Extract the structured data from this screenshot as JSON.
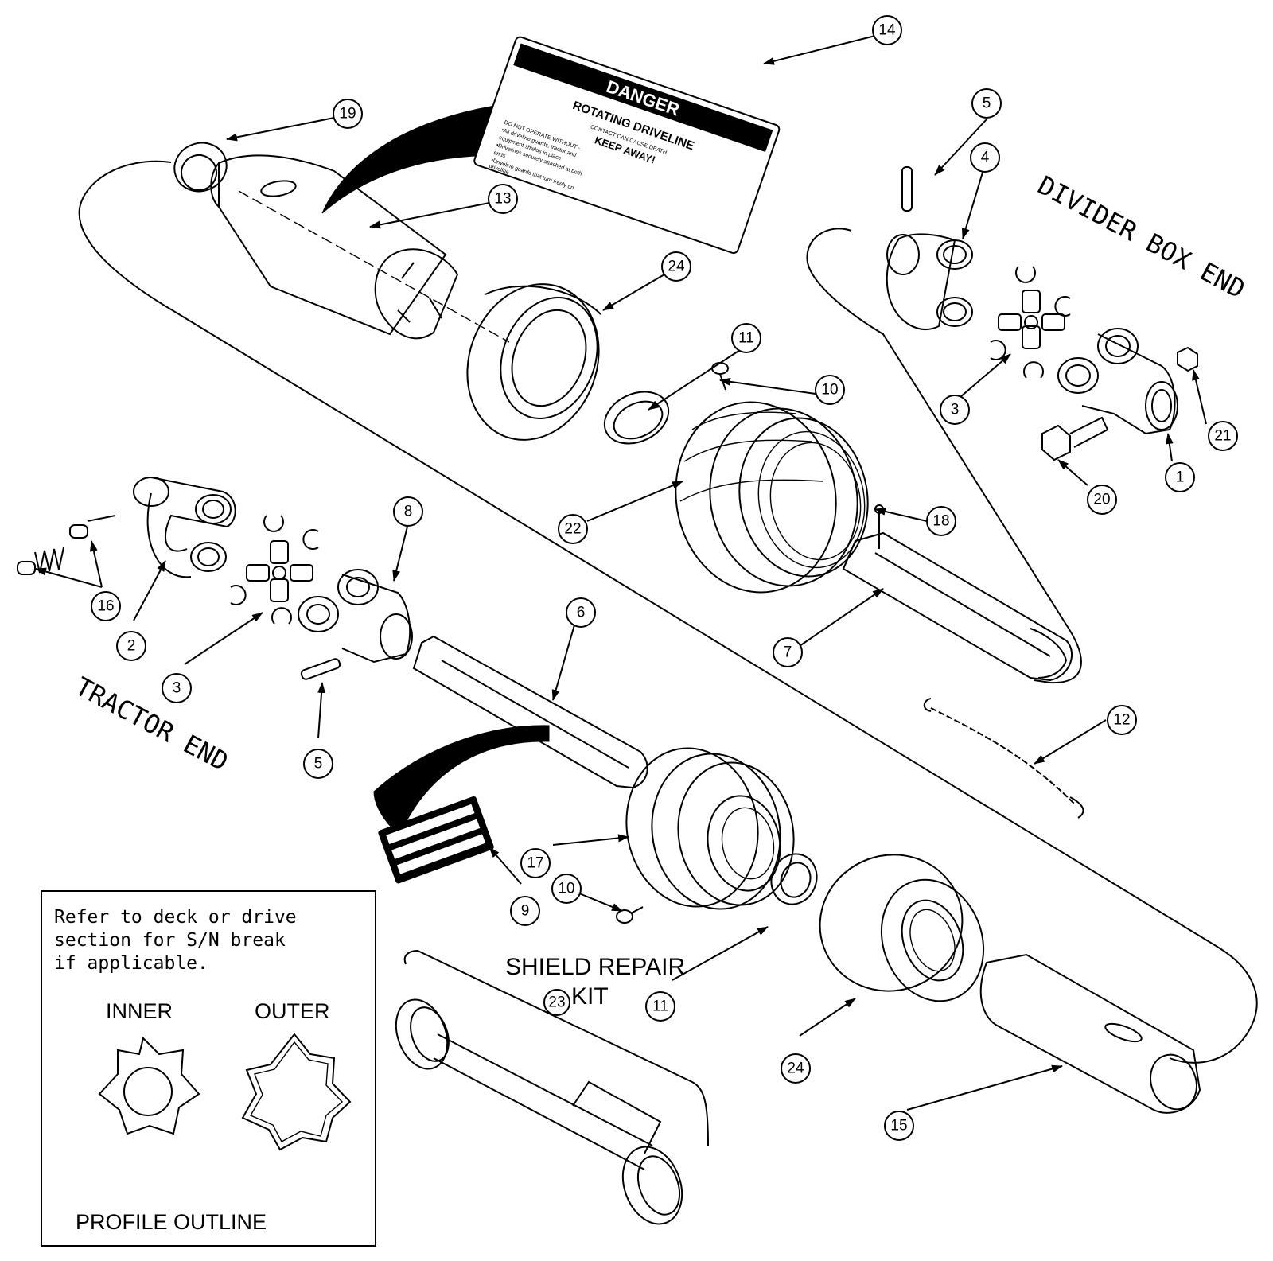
{
  "labels": {
    "divider_box_end": "DIVIDER BOX END",
    "tractor_end": "TRACTOR END",
    "shield_repair_kit_line1": "SHIELD REPAIR",
    "shield_repair_kit_line2": "KIT",
    "note_line1": "Refer to deck or drive",
    "note_line2": "section for S/N break",
    "note_line3": "if applicable.",
    "profile_inner": "INNER",
    "profile_outer": "OUTER",
    "profile_outline": "PROFILE OUTLINE"
  },
  "decal": {
    "header": "DANGER",
    "title": "ROTATING DRIVELINE",
    "subtitle": "CONTACT CAN CAUSE DEATH",
    "keep_away": "KEEP AWAY!",
    "line1": "DO NOT OPERATE WITHOUT -",
    "line2": "•All driveline guards, tractor and",
    "line3": "equipment shields in place",
    "line4": "•Drivelines securely attached at both",
    "line5": "ends",
    "line6": "•Driveline guards that turn freely on",
    "line7": "driveline"
  },
  "callouts": {
    "c1": "1",
    "c2": "2",
    "c3a": "3",
    "c3b": "3",
    "c4": "4",
    "c5a": "5",
    "c5b": "5",
    "c6": "6",
    "c7": "7",
    "c8": "8",
    "c9": "9",
    "c10a": "10",
    "c10b": "10",
    "c11a": "11",
    "c11b": "11",
    "c12": "12",
    "c13": "13",
    "c14": "14",
    "c15": "15",
    "c16": "16",
    "c17": "17",
    "c18": "18",
    "c19": "19",
    "c20": "20",
    "c21": "21",
    "c22": "22",
    "c23": "23",
    "c24a": "24",
    "c24b": "24"
  }
}
